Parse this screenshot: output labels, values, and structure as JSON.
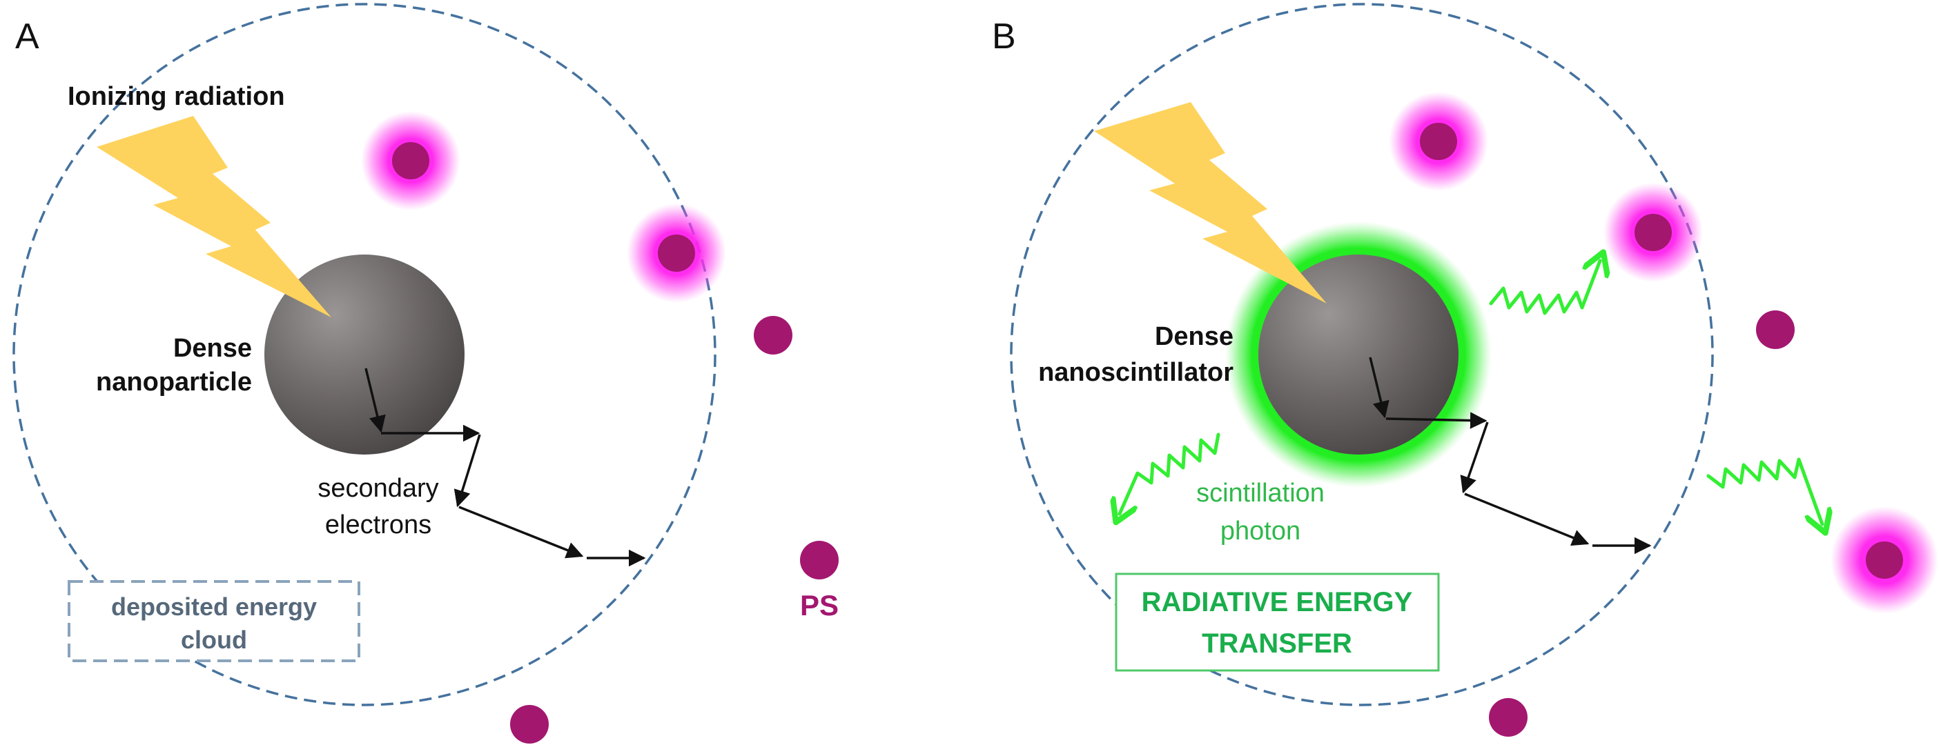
{
  "panel_a": {
    "letter": "A",
    "radiation_label": "Ionizing radiation",
    "nanoparticle_label_line1": "Dense",
    "nanoparticle_label_line2": "nanoparticle",
    "electrons_label_line1": "secondary",
    "electrons_label_line2": "electrons",
    "energy_cloud_label_line1": "deposited energy",
    "energy_cloud_label_line2": "cloud",
    "ps_label": "PS"
  },
  "panel_b": {
    "letter": "B",
    "nanoscintillator_label_line1": "Dense",
    "nanoscintillator_label_line2": "nanoscintillator",
    "photon_label_line1": "scintillation",
    "photon_label_line2": "photon",
    "transfer_label_line1": "RADIATIVE ENERGY",
    "transfer_label_line2": "TRANSFER"
  },
  "colors": {
    "cloud_dash": "#45729e",
    "bolt": "#fed35d",
    "particle_core": "#6d6868",
    "scintillation_glow": "#22ee22",
    "ps_molecule": "#a3176f",
    "ps_glow": "#ff22ee",
    "photon_wave": "#33ee33"
  }
}
